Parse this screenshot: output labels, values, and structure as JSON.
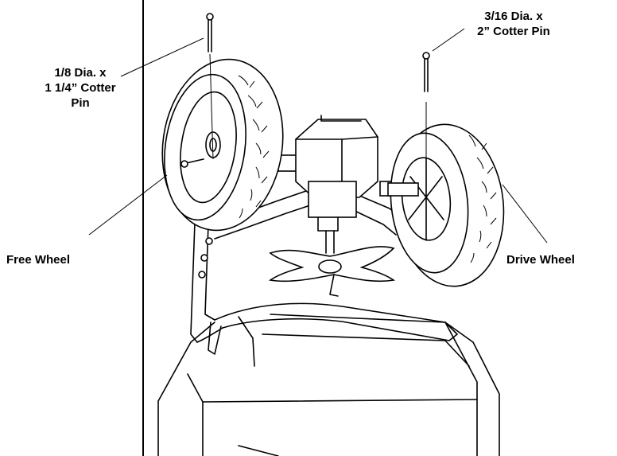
{
  "diagram": {
    "labels": {
      "small_pin": [
        "1/8 Dia. x",
        "1 1/4” Cotter",
        "Pin"
      ],
      "large_pin": [
        "3/16 Dia. x",
        "2” Cotter Pin"
      ],
      "free_wheel": "Free Wheel",
      "drive_wheel": "Drive Wheel"
    }
  }
}
